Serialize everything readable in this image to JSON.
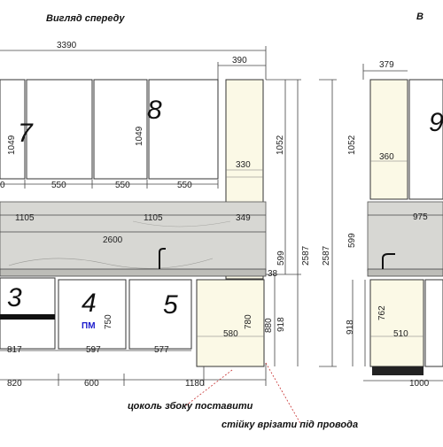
{
  "titles": {
    "front": "Вигляд спереду",
    "side_partial": "В"
  },
  "cabinet_numbers": {
    "c7": "7",
    "c8": "8",
    "c3": "3",
    "c4": "4",
    "c5": "5",
    "c9": "9"
  },
  "badge_pm": "ПМ",
  "dims": {
    "d3390": "3390",
    "d390": "390",
    "d1049a": "1049",
    "d1049b": "1049",
    "d1052a": "1052",
    "d330": "330",
    "d0": "0",
    "d550a": "550",
    "d550b": "550",
    "d550c": "550",
    "d1105a": "1105",
    "d1105b": "1105",
    "d349": "349",
    "d2600": "2600",
    "d599a": "599",
    "d2587a": "2587",
    "d2587b": "2587",
    "d918a": "918",
    "d750": "750",
    "d780": "780",
    "d880": "880",
    "d38": "38",
    "d580": "580",
    "d817": "817",
    "d597": "597",
    "d577": "577",
    "d820": "820",
    "d600": "600",
    "d1180": "1180",
    "d379": "379",
    "d1052b": "1052",
    "d360": "360",
    "d975": "975",
    "d599b": "599",
    "d918b": "918",
    "d762": "762",
    "d510": "510",
    "d1000": "1000"
  },
  "notes": {
    "plinth": "цоколь збоку поставити",
    "wires": "стійку врізати під провода"
  }
}
